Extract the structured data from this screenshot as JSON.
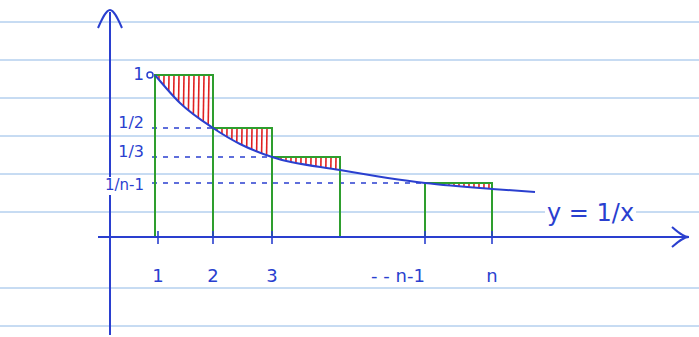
{
  "diagram": {
    "labels": [
      "1",
      "1/2",
      "1/3",
      "1/n-1",
      "y = 1/x",
      "1",
      "2",
      "3",
      "- - n-1",
      "n"
    ]
  }
}
